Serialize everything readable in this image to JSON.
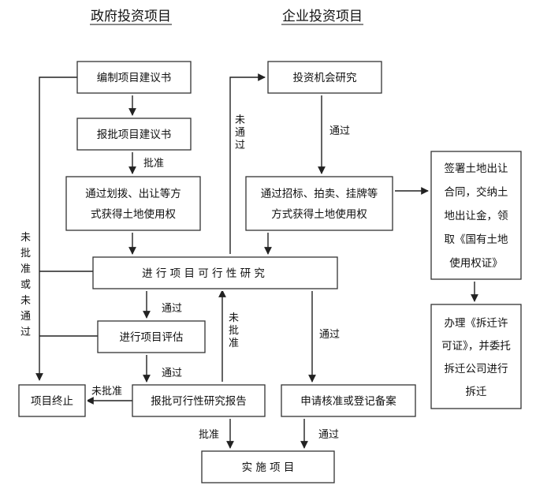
{
  "headers": {
    "government": "政府投资项目",
    "enterprise": "企业投资项目"
  },
  "boxes": {
    "bianzhi": "编制项目建议书",
    "baopi_jianyi": "报批项目建议书",
    "huabo_1": "通过划拨、出让等方",
    "huabo_2": "式获得土地使用权",
    "touzi_jihui": "投资机会研究",
    "zhaobiao_1": "通过招标、拍卖、挂牌等",
    "zhaobiao_2": "方式获得土地使用权",
    "qianshu_1": "签署土地出让",
    "qianshu_2": "合同，交纳土",
    "qianshu_3": "地出让金，领",
    "qianshu_4": "取《国有土地",
    "qianshu_5": "使用权证》",
    "kexing": "进 行 项 目 可 行 性 研 究",
    "pinggu": "进行项目评估",
    "zhongzhi": "项目终止",
    "baopi_kexing": "报批可行性研究报告",
    "hezhun": "申请核准或登记备案",
    "chaiqian_1": "办理《拆迁许",
    "chaiqian_2": "可证》，并委托",
    "chaiqian_3": "拆迁公司进行",
    "chaiqian_4": "拆迁",
    "shishi": "实 施 项 目"
  },
  "labels": {
    "pizhun_1": "批准",
    "weitongguo_v": [
      "未",
      "通",
      "过"
    ],
    "tongguo_1": "通过",
    "weipizhun_left": [
      "未",
      "批",
      "准",
      "或",
      "未",
      "通",
      "过"
    ],
    "tongguo_2": "通过",
    "tongguo_3": "通过",
    "weipizhun_v": [
      "未",
      "批",
      "准"
    ],
    "weipizhun_h": "未批准",
    "tongguo_4": "通过",
    "pizhun_2": "批准",
    "tongguo_5": "通过"
  }
}
